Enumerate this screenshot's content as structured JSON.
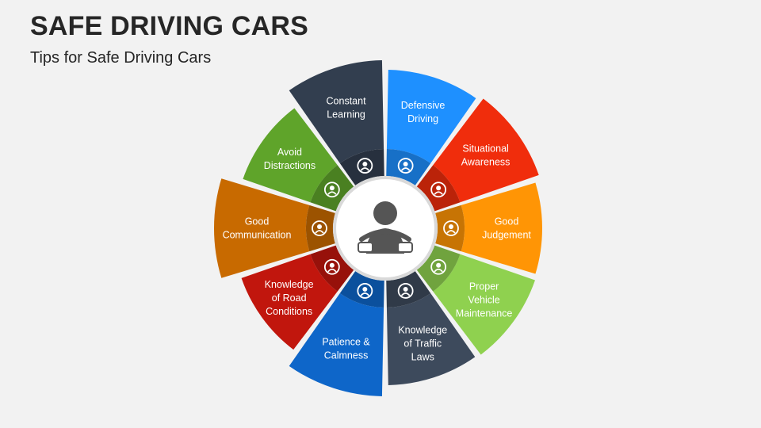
{
  "title": "SAFE DRIVING CARS",
  "subtitle": "Tips for Safe Driving Cars",
  "center_icon": "driver-steering-wheel-icon",
  "segments": [
    {
      "label": [
        "Defensive",
        "Driving"
      ],
      "color": "#1e90ff",
      "icon": "child-seat-icon"
    },
    {
      "label": [
        "Situational",
        "Awareness"
      ],
      "color": "#f02d0c",
      "icon": "alert-person-icon"
    },
    {
      "label": [
        "Good",
        "Judgement"
      ],
      "color": "#ff9505",
      "icon": "decision-arrows-icon"
    },
    {
      "label": [
        "Proper",
        "Vehicle",
        "Maintenance"
      ],
      "color": "#8fd14f",
      "icon": "car-wrench-icon"
    },
    {
      "label": [
        "Knowledge",
        "of Traffic",
        "Laws"
      ],
      "color": "#3d4a5c",
      "icon": "rulebook-icon"
    },
    {
      "label": [
        "Patience &",
        "Calmness"
      ],
      "color": "#0e66c9",
      "icon": "calm-person-icon"
    },
    {
      "label": [
        "Knowledge",
        "of Road",
        "Conditions"
      ],
      "color": "#c1160d",
      "icon": "car-hand-icon"
    },
    {
      "label": [
        "Good",
        "Communication"
      ],
      "color": "#c86a00",
      "icon": "chat-people-icon"
    },
    {
      "label": [
        "Avoid",
        "Distractions"
      ],
      "color": "#5fa42a",
      "icon": "no-phone-icon"
    },
    {
      "label": [
        "Constant",
        "Learning"
      ],
      "color": "#323e4f",
      "icon": "learning-gear-icon"
    }
  ]
}
